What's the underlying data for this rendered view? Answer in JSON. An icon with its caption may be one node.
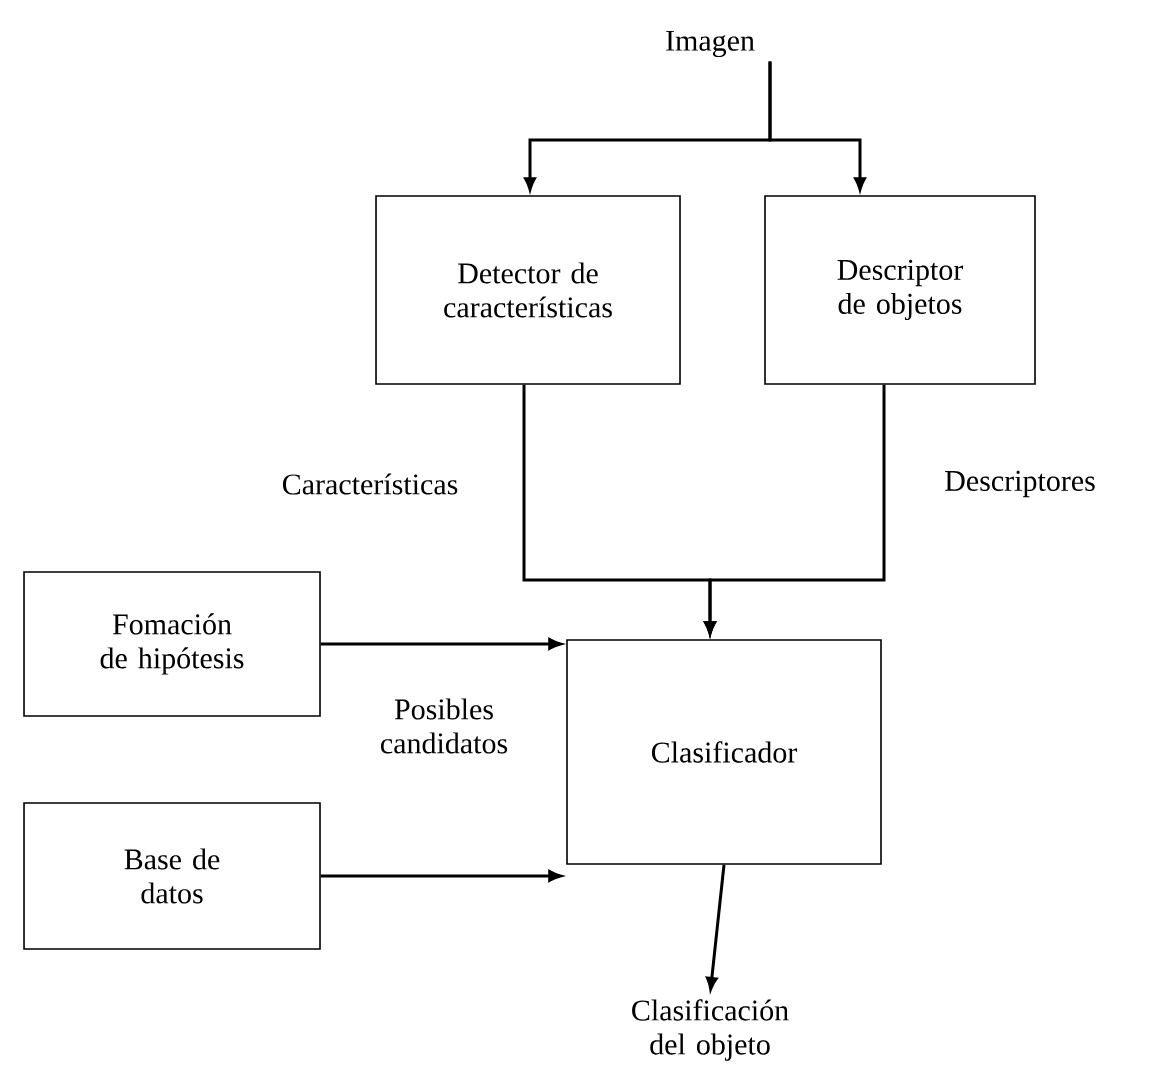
{
  "diagram": {
    "nodes": [
      {
        "text": [
          "Imagen"
        ]
      },
      {
        "text": [
          "Detector de características"
        ]
      },
      {
        "text": [
          "Descriptor de objetos"
        ]
      },
      {
        "text": [
          "Fomación de hipótesis"
        ]
      },
      {
        "text": [
          "Clasificador"
        ]
      },
      {
        "text": [
          "Base de datos"
        ]
      },
      {
        "text": [
          "Clasificación del objeto"
        ]
      }
    ],
    "edges": [
      {
        "from": 0,
        "to": 1,
        "arrow": "to"
      },
      {
        "from": 0,
        "to": 2,
        "arrow": "to"
      },
      {
        "from": 1,
        "to": 4,
        "arrow": "to",
        "label": "Características"
      },
      {
        "from": 2,
        "to": 4,
        "arrow": "to",
        "label": "Descriptores"
      },
      {
        "from": 3,
        "to": 4,
        "arrow": "to"
      },
      {
        "from": 5,
        "to": 4,
        "arrow": "to",
        "label": "Posibles candidatos"
      },
      {
        "from": 4,
        "to": 6,
        "arrow": "to"
      }
    ]
  }
}
